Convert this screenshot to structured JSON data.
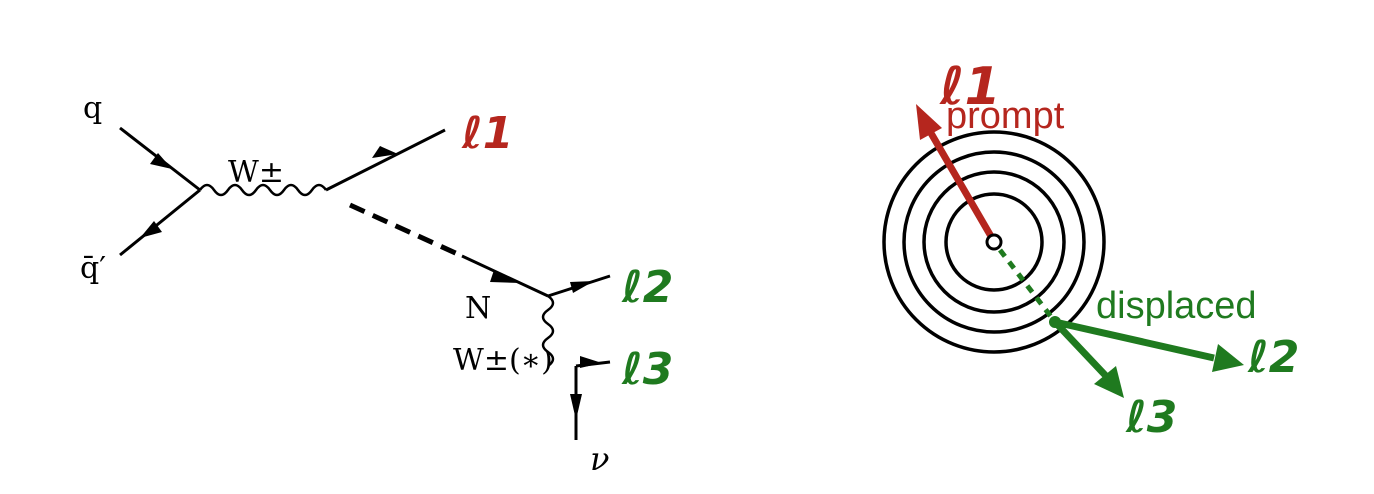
{
  "feynman": {
    "q": "q",
    "qbar_prime": "q̄′",
    "w": "W±",
    "n": "N",
    "w_star": "W±(∗)",
    "nu": "ν",
    "l1": "ℓ1",
    "l2": "ℓ2",
    "l3": "ℓ3"
  },
  "detector": {
    "l1": "ℓ1",
    "prompt": "prompt",
    "displaced": "displaced",
    "l2": "ℓ2",
    "l3": "ℓ3"
  },
  "colors": {
    "prompt_red": "#b5261e",
    "displaced_green": "#1f7a1f",
    "line_black": "#000000"
  }
}
